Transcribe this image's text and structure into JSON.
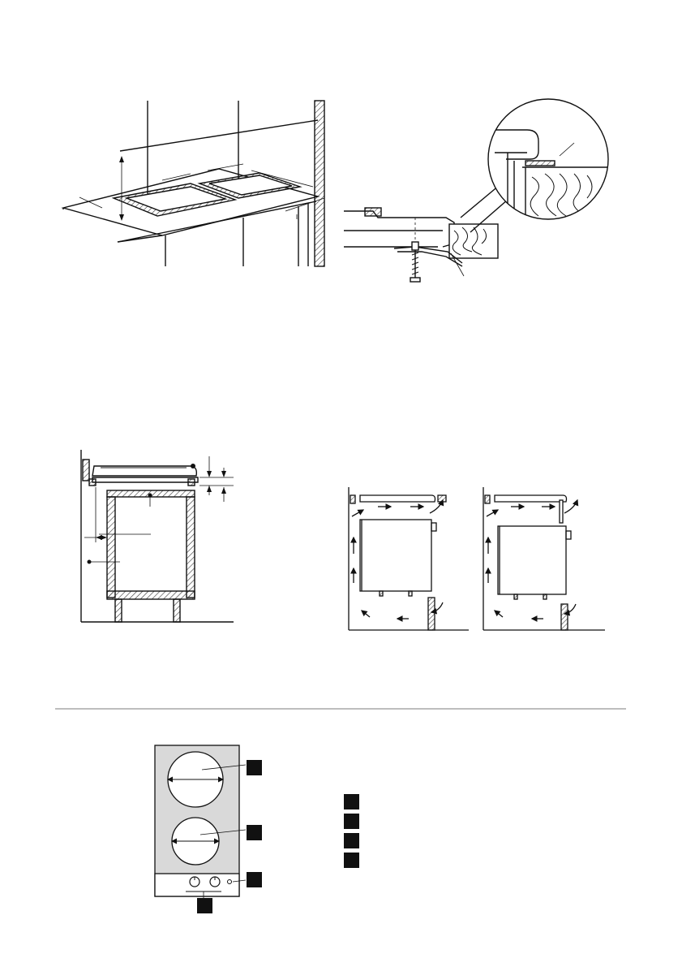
{
  "document": {
    "footer_fragment": ""
  },
  "figures": {
    "cutout": {
      "name": "countertop-cutout-figure"
    },
    "clamp": {
      "name": "bracket-clamp-detail-figure"
    },
    "cabinet": {
      "name": "cabinet-section-figure"
    },
    "airflow": {
      "name": "ventilation-airflow-figures"
    },
    "hob": {
      "name": "hob-top-view-figure",
      "surface_color": "#d9d9d9",
      "callouts": 4
    }
  },
  "colors": {
    "ink": "#111111",
    "hatch": "#333333",
    "rule": "#bdbdbd",
    "hob_surface": "#d9d9d9"
  }
}
